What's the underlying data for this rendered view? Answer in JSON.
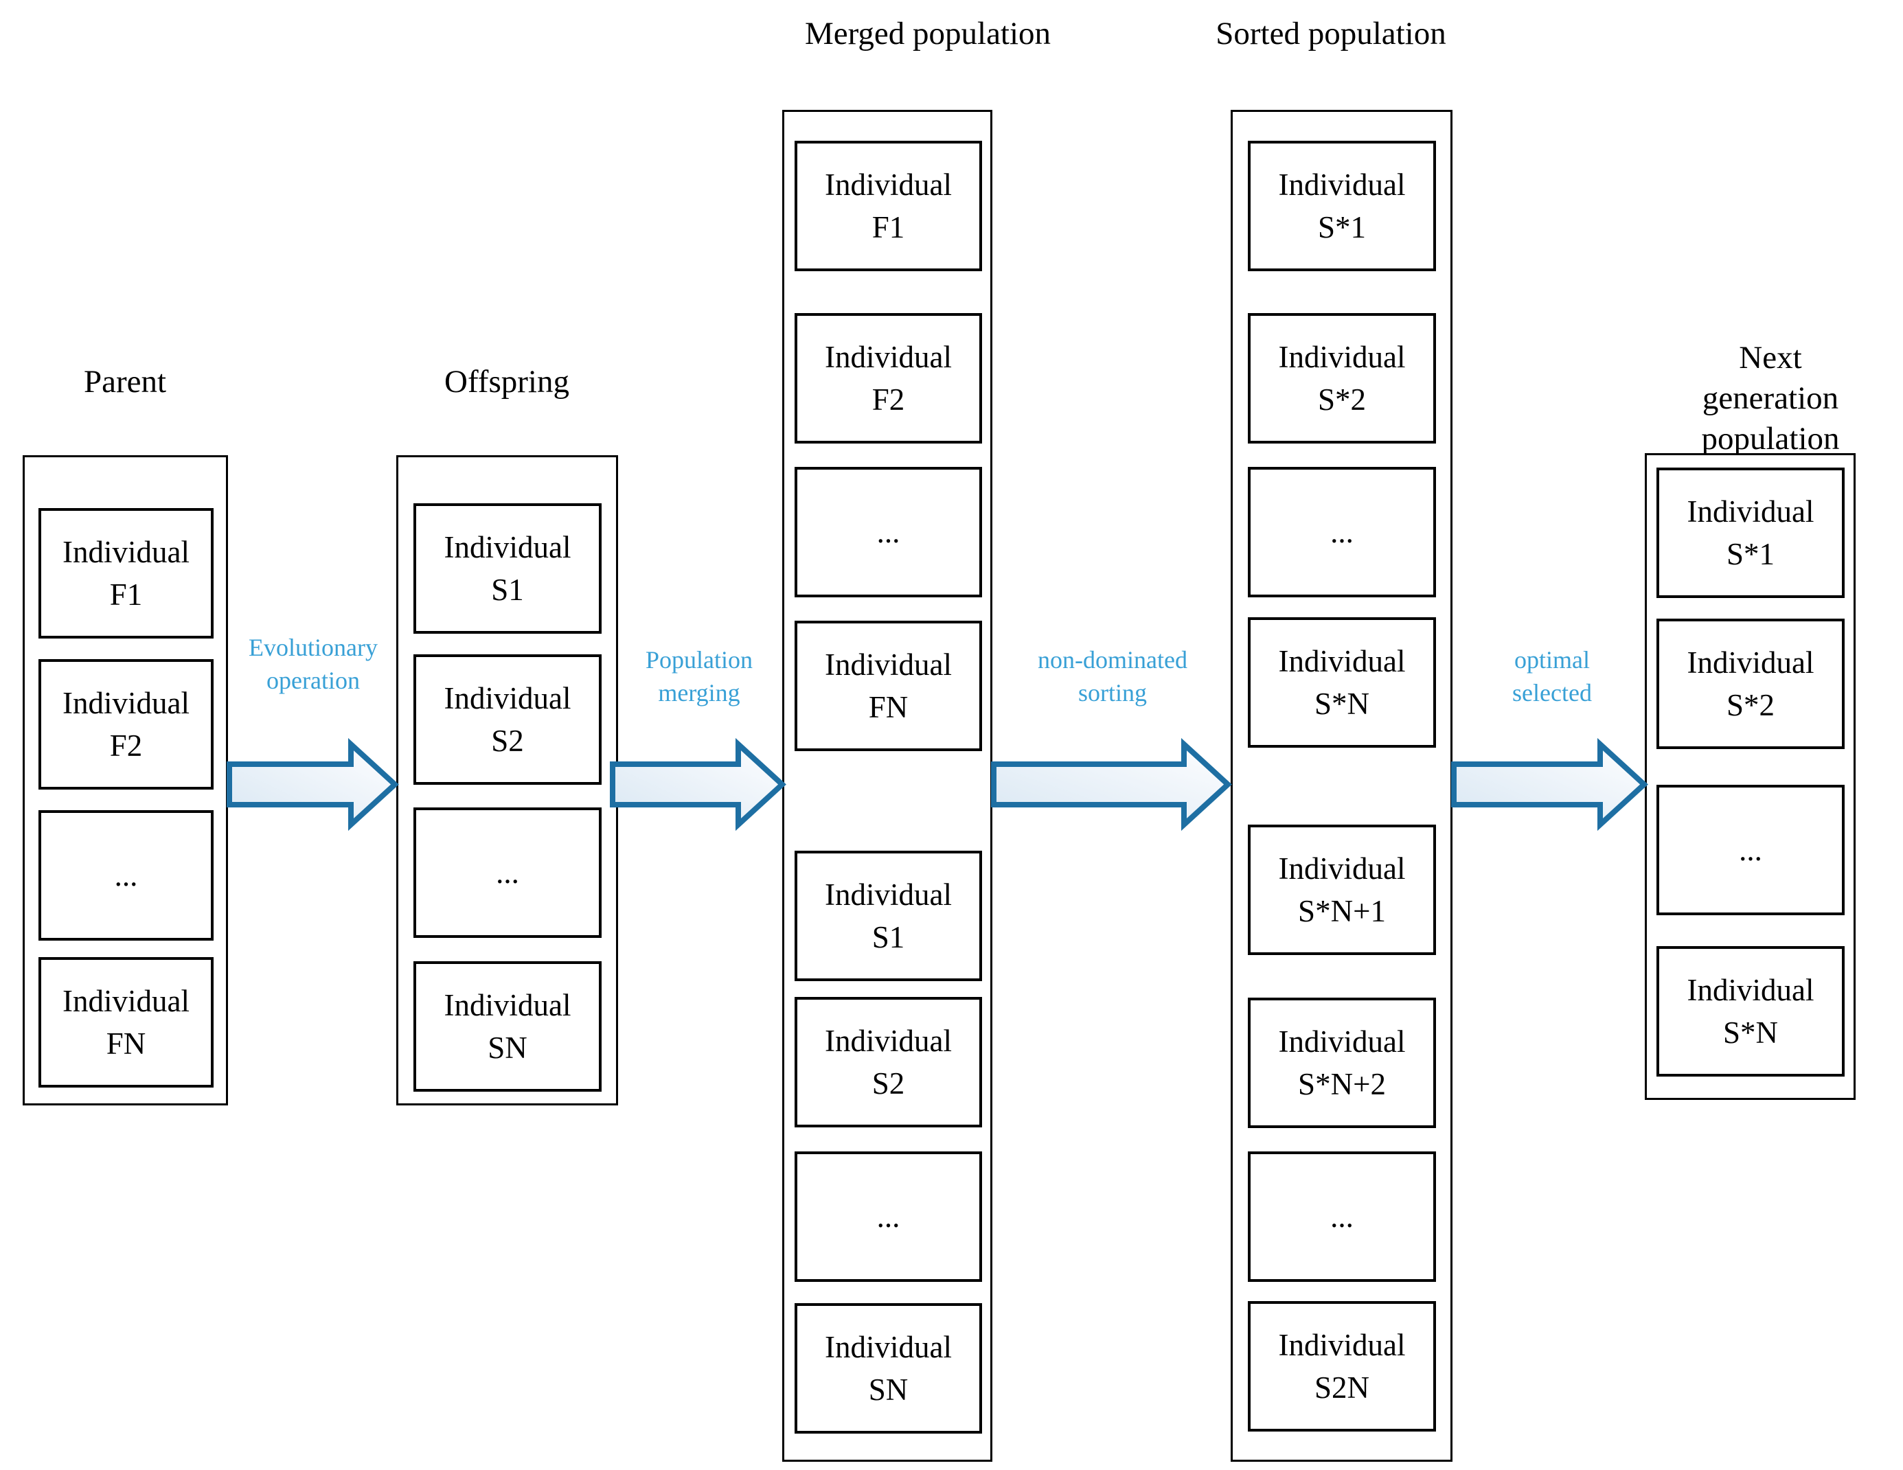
{
  "diagram": {
    "columns": {
      "parent": {
        "title": "Parent",
        "boxes": [
          "Individual\nF1",
          "Individual\nF2",
          "...",
          "Individual\nFN"
        ]
      },
      "offspring": {
        "title": "Offspring",
        "boxes": [
          "Individual\nS1",
          "Individual\nS2",
          "...",
          "Individual\nSN"
        ]
      },
      "merged": {
        "title": "Merged population",
        "boxes": [
          "Individual\nF1",
          "Individual\nF2",
          "...",
          "Individual\nFN",
          "Individual\nS1",
          "Individual\nS2",
          "...",
          "Individual\nSN"
        ]
      },
      "sorted": {
        "title": "Sorted population",
        "boxes": [
          "Individual\nS*1",
          "Individual\nS*2",
          "...",
          "Individual\nS*N",
          "Individual\nS*N+1",
          "Individual\nS*N+2",
          "...",
          "Individual\nS2N"
        ]
      },
      "nextgen": {
        "title": "Next generation\npopulation",
        "boxes": [
          "Individual\nS*1",
          "Individual\nS*2",
          "...",
          "Individual\nS*N"
        ]
      }
    },
    "arrows": [
      {
        "id": "evolutionary-operation",
        "label": "Evolutionary\noperation"
      },
      {
        "id": "population-merging",
        "label": "Population\nmerging"
      },
      {
        "id": "non-dominated-sorting",
        "label": "non-dominated\nsorting"
      },
      {
        "id": "optimal-selected",
        "label": "optimal\nselected"
      }
    ],
    "colors": {
      "arrow_stroke": "#1E6FA3",
      "arrow_label": "#38A0D6",
      "arrow_fill_start": "#D9E7F3",
      "arrow_fill_end": "#FEFEFF",
      "box_border": "#000000",
      "text": "#000000",
      "background": "#FFFFFF"
    }
  }
}
